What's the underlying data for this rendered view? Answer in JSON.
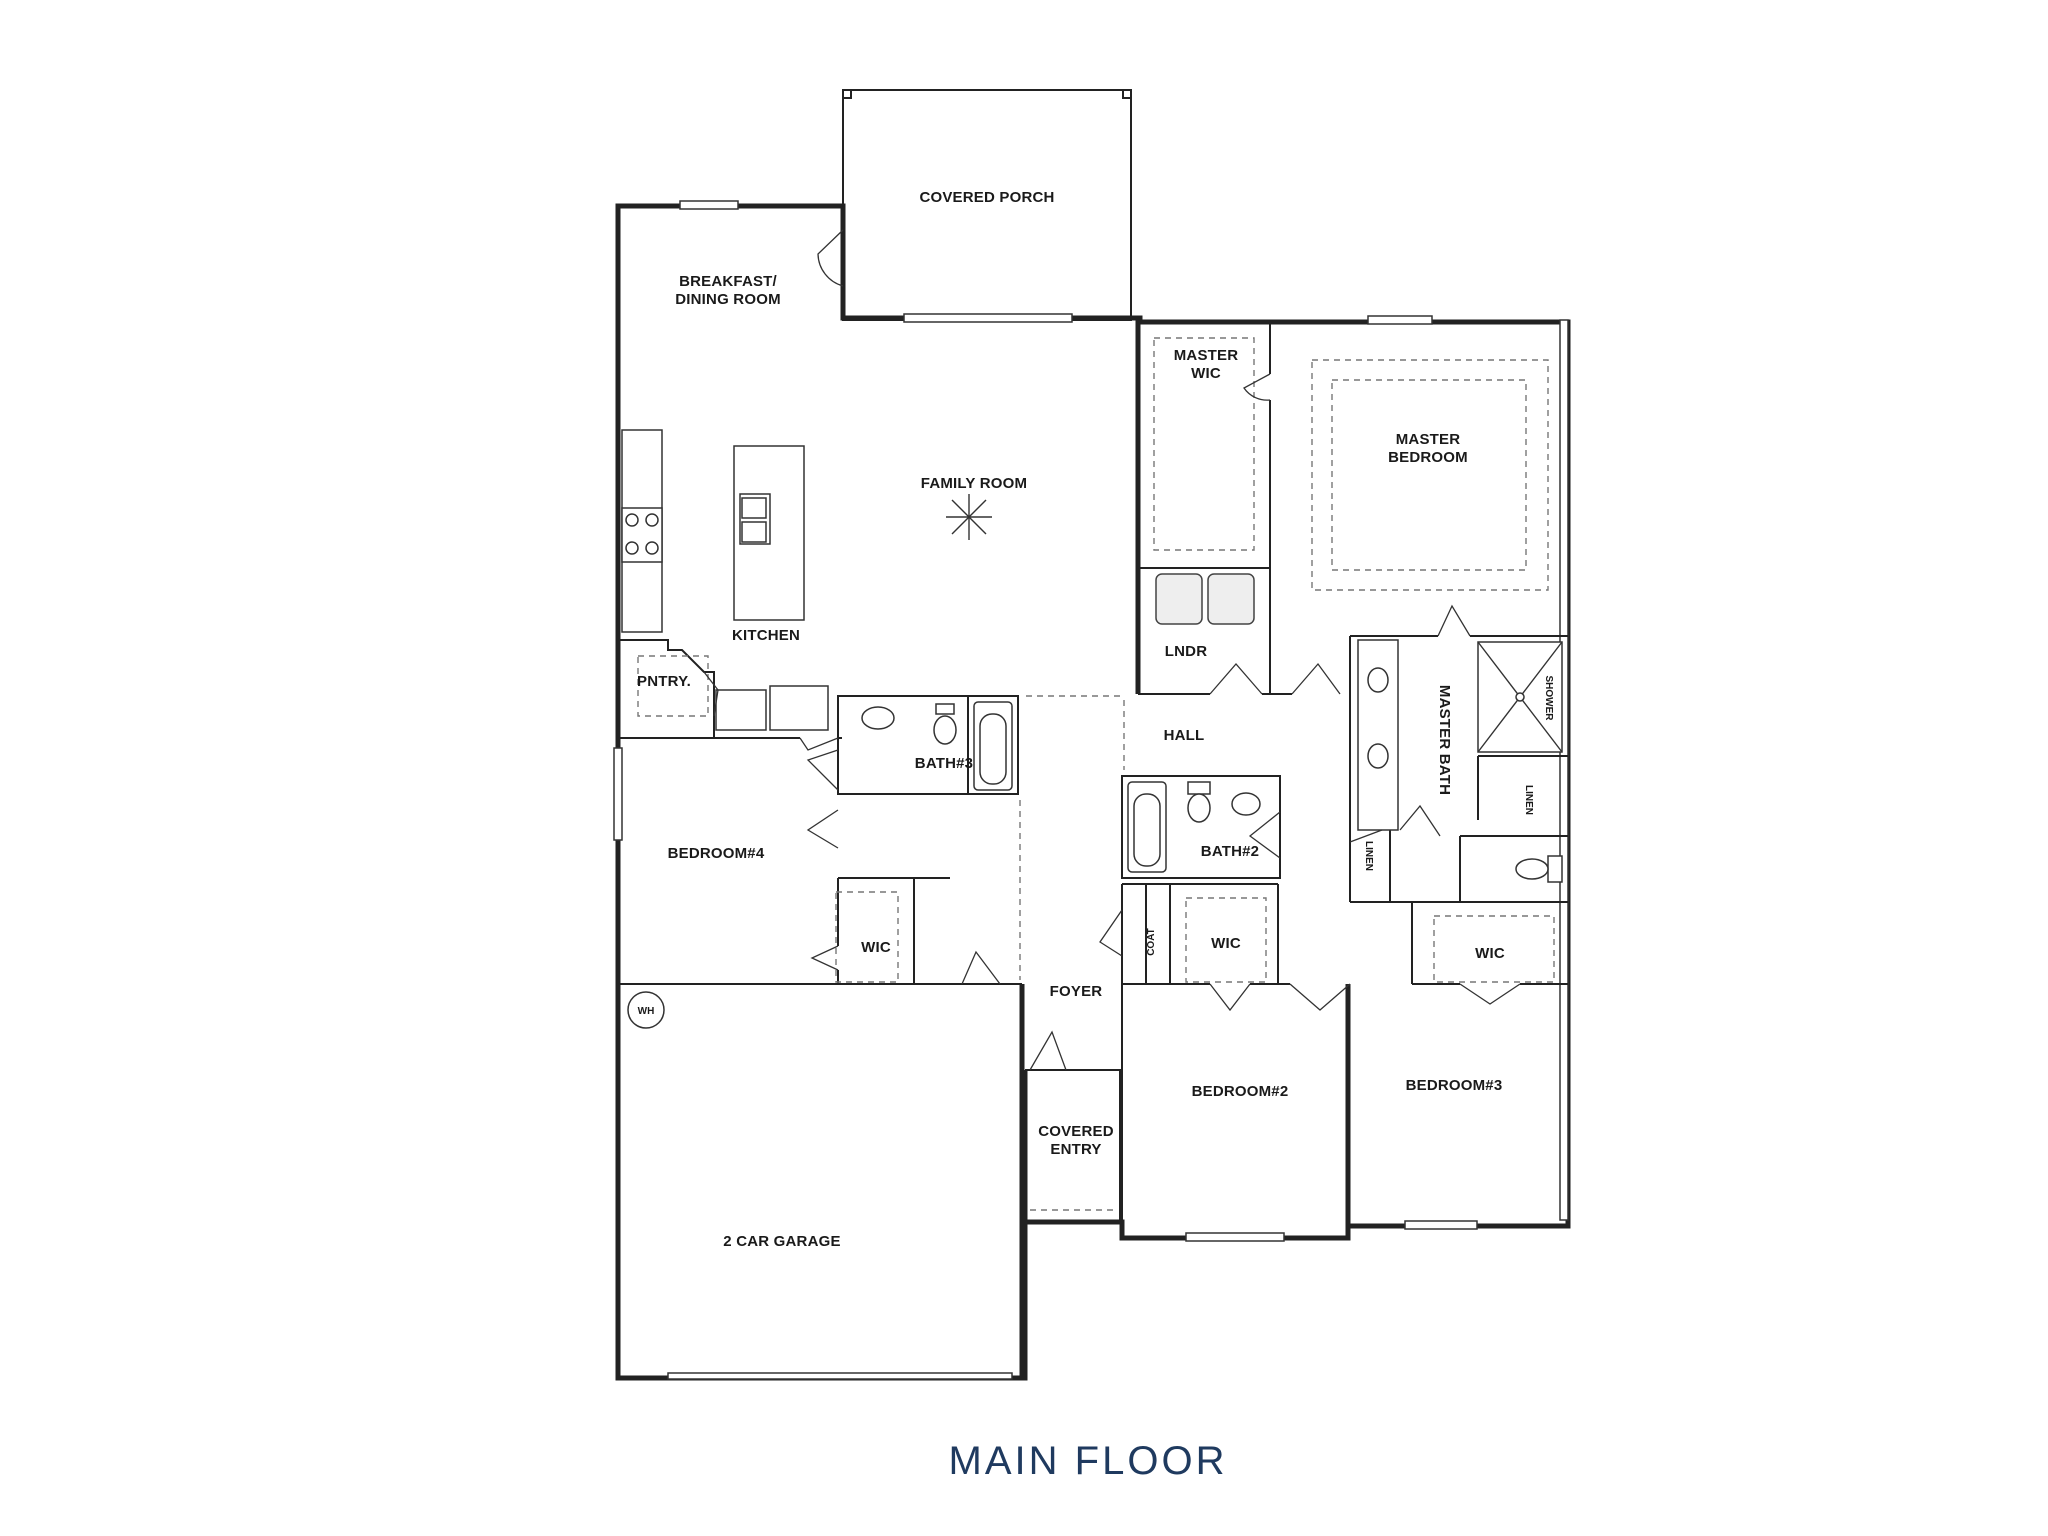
{
  "title": "MAIN FLOOR",
  "colors": {
    "title": "#1f3a5f",
    "wall": "#222222",
    "background": "#ffffff"
  },
  "rooms": {
    "covered_porch": "COVERED PORCH",
    "breakfast_line1": "BREAKFAST/",
    "breakfast_line2": "DINING ROOM",
    "family_room": "FAMILY ROOM",
    "kitchen": "KITCHEN",
    "pantry": "PNTRY.",
    "bath3": "BATH#3",
    "bedroom4": "BEDROOM#4",
    "wic_bed4": "WIC",
    "master_wic_line1": "MASTER",
    "master_wic_line2": "WIC",
    "master_bedroom_line1": "MASTER",
    "master_bedroom_line2": "BEDROOM",
    "laundry": "LNDR",
    "hall": "HALL",
    "bath2": "BATH#2",
    "master_bath": "MASTER BATH",
    "shower": "SHOWER",
    "linen_right": "LINEN",
    "linen_left": "LINEN",
    "coat": "COAT",
    "wic_bed2": "WIC",
    "wic_bed3": "WIC",
    "foyer": "FOYER",
    "covered_entry_line1": "COVERED",
    "covered_entry_line2": "ENTRY",
    "bedroom2": "BEDROOM#2",
    "bedroom3": "BEDROOM#3",
    "garage": "2 CAR GARAGE",
    "water_heater": "WH"
  }
}
